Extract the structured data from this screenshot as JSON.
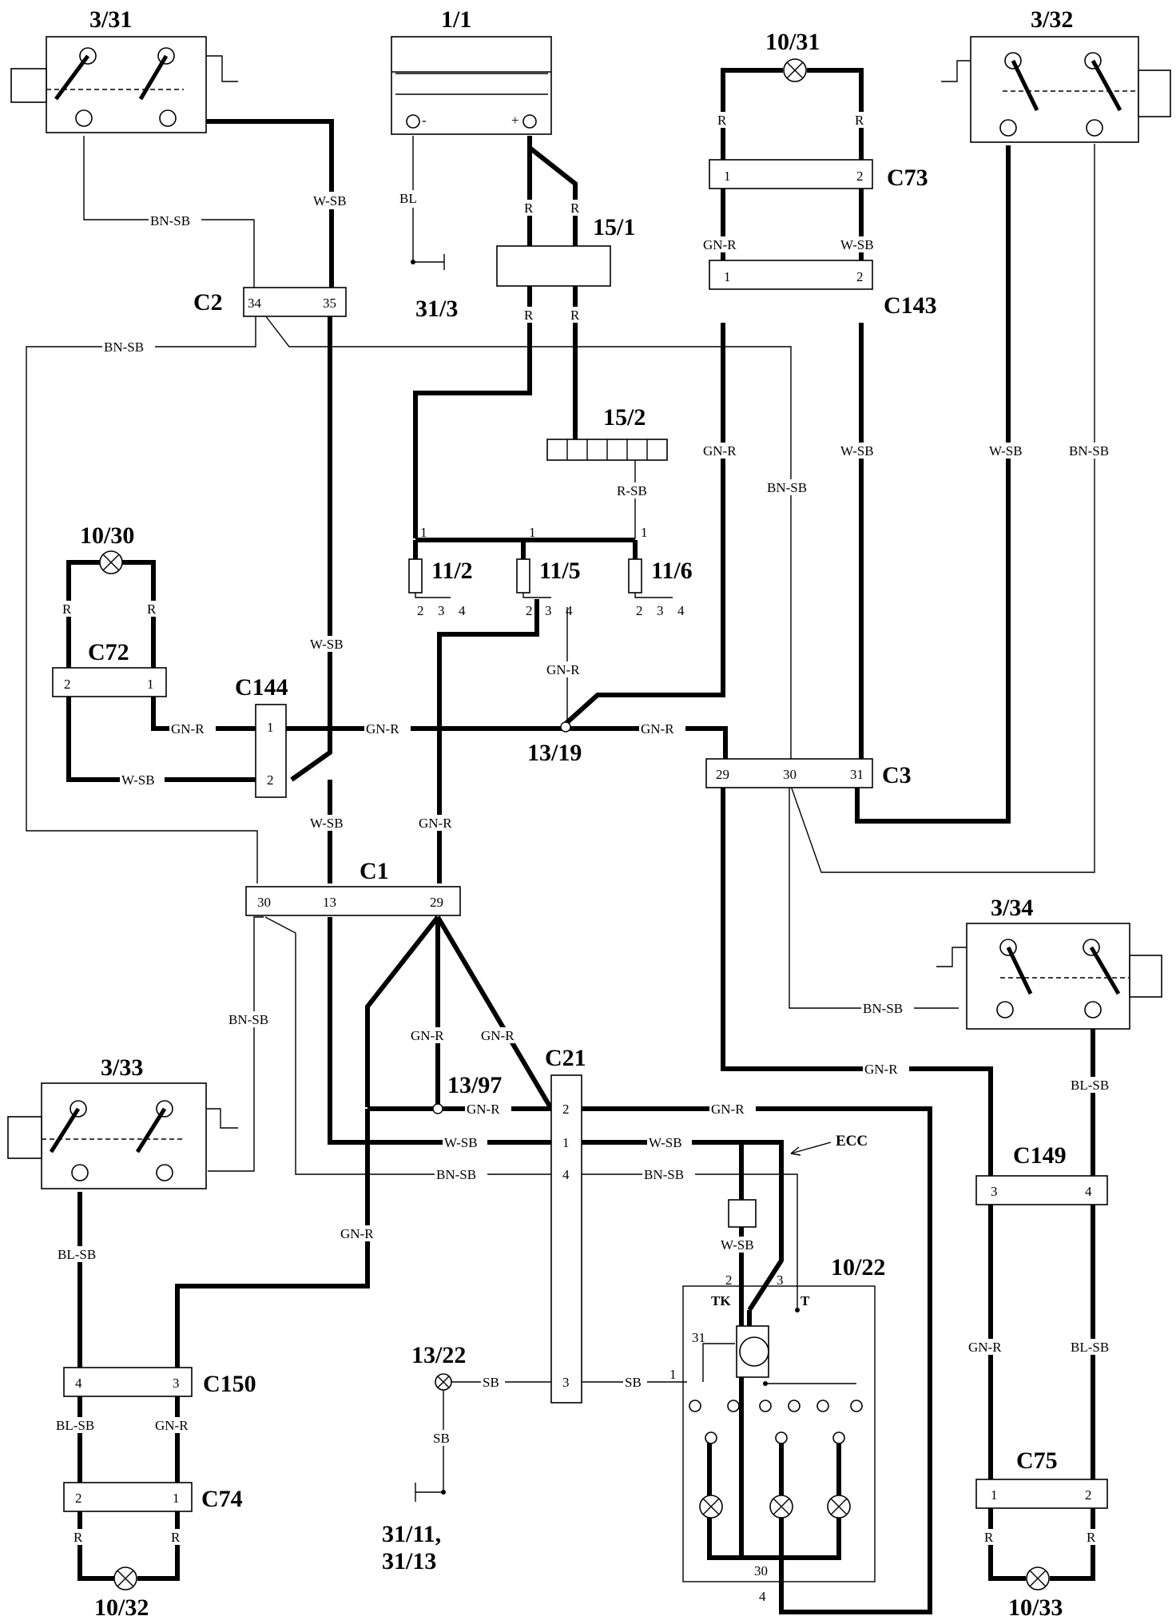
{
  "components": {
    "switch_3_31": "3/31",
    "battery_1_1": "1/1",
    "lamp_10_31": "10/31",
    "switch_3_32": "3/32",
    "fuse_15_1": "15/1",
    "ground_31_3": "31/3",
    "fusebox_15_2": "15/2",
    "lamp_10_30": "10/30",
    "relay_11_2": "11/2",
    "relay_11_5": "11/5",
    "relay_11_6": "11/6",
    "splice_13_19": "13/19",
    "switch_3_34": "3/34",
    "switch_3_33": "3/33",
    "splice_13_97": "13/97",
    "splice_13_22": "13/22",
    "ground_31_11": "31/11,",
    "ground_31_13": "31/13",
    "module_10_22": "10/22",
    "lamp_10_32": "10/32",
    "lamp_10_33": "10/33",
    "ecc": "ECC"
  },
  "connectors": {
    "C2": "C2",
    "C73": "C73",
    "C143": "C143",
    "C72": "C72",
    "C144": "C144",
    "C3": "C3",
    "C1": "C1",
    "C21": "C21",
    "C149": "C149",
    "C150": "C150",
    "C74": "C74",
    "C75": "C75"
  },
  "pins": {
    "c2_34": "34",
    "c2_35": "35",
    "c73_1": "1",
    "c73_2": "2",
    "c143_1": "1",
    "c143_2": "2",
    "c72_2": "2",
    "c72_1": "1",
    "c144_1": "1",
    "c144_2": "2",
    "c3_29": "29",
    "c3_30": "30",
    "c3_31": "31",
    "c1_30": "30",
    "c1_13": "13",
    "c1_29": "29",
    "c21_2": "2",
    "c21_1": "1",
    "c21_4": "4",
    "c21_3": "3",
    "c149_3": "3",
    "c149_4": "4",
    "c150_4": "4",
    "c150_3": "3",
    "c74_2": "2",
    "c74_1": "1",
    "c75_1": "1",
    "c75_2": "2",
    "r112_1": "1",
    "r112_2": "2",
    "r112_3": "3",
    "r112_4": "4",
    "r115_1": "1",
    "r115_2": "2",
    "r115_3": "3",
    "r115_4": "4",
    "r116_1": "1",
    "r116_2": "2",
    "r116_3": "3",
    "r116_4": "4",
    "m_2": "2",
    "m_3": "3",
    "m_TK": "TK",
    "m_T": "T",
    "m_31": "31",
    "m_1": "1",
    "m_30": "30",
    "m_4": "4",
    "batt_minus": "-",
    "batt_plus": "+"
  },
  "wire_labels": {
    "bl": "BL",
    "r": "R",
    "w_sb": "W-SB",
    "bn_sb": "BN-SB",
    "gn_r": "GN-R",
    "r_sb": "R-SB",
    "bl_sb": "BL-SB",
    "sb": "SB"
  }
}
